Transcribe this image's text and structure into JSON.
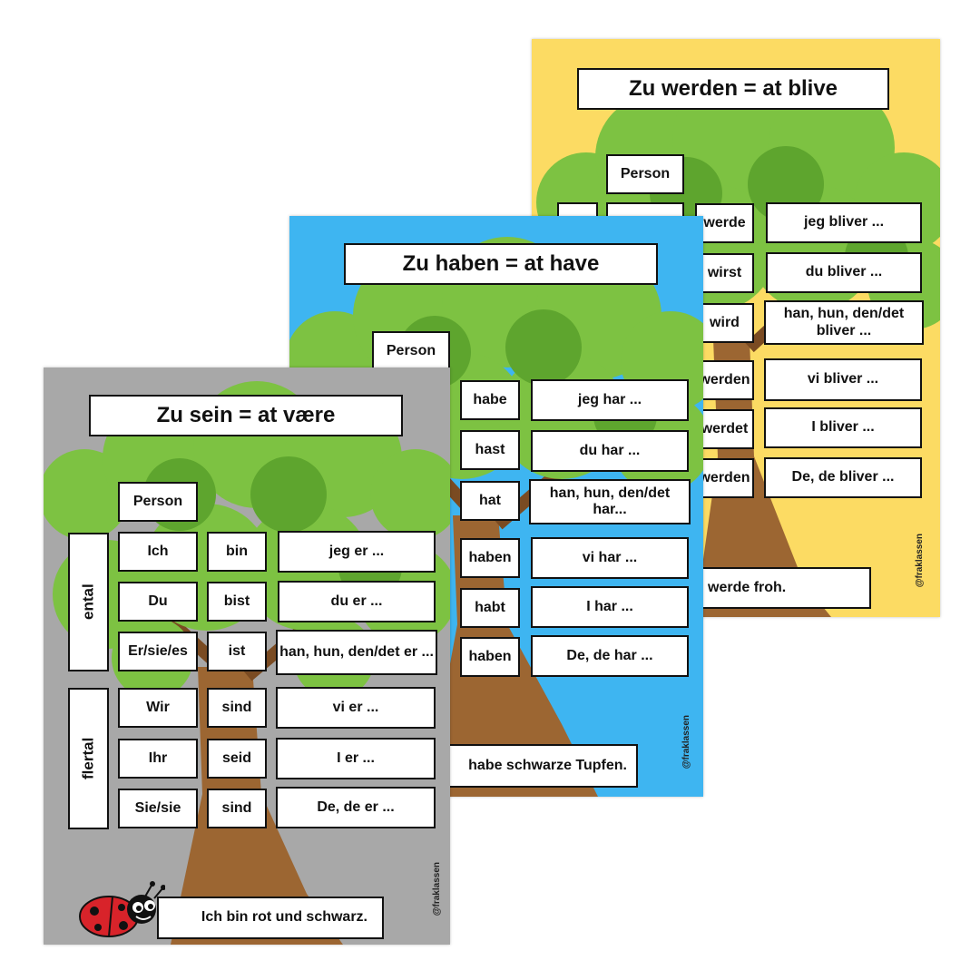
{
  "credit": "@fraklassen",
  "werden": {
    "title": "Zu werden = at blive",
    "person_label": "Person",
    "verbs": [
      "werde",
      "wirst",
      "wird",
      "werden",
      "werdet",
      "werden"
    ],
    "translations": [
      "jeg bliver ...",
      "du bliver ...",
      "han, hun, den/det bliver ...",
      "vi bliver ...",
      "I bliver ...",
      "De, de bliver ..."
    ],
    "sentence": "werde froh."
  },
  "haben": {
    "title": "Zu haben = at have",
    "person_label": "Person",
    "verbs": [
      "habe",
      "hast",
      "hat",
      "haben",
      "habt",
      "haben"
    ],
    "translations": [
      "jeg har ...",
      "du har ...",
      "han, hun, den/det har...",
      "vi har ...",
      "I har ...",
      "De, de har ..."
    ],
    "sentence": "habe schwarze Tupfen."
  },
  "sein": {
    "title": "Zu sein = at være",
    "person_label": "Person",
    "singular_label": "ental",
    "plural_label": "flertal",
    "persons": [
      "Ich",
      "Du",
      "Er/sie/es",
      "Wir",
      "Ihr",
      "Sie/sie"
    ],
    "verbs": [
      "bin",
      "bist",
      "ist",
      "sind",
      "seid",
      "sind"
    ],
    "translations": [
      "jeg er ...",
      "du er ...",
      "han, hun, den/det er ...",
      "vi er ...",
      "I er ...",
      "De, de er ..."
    ],
    "sentence": "Ich bin rot und schwarz."
  },
  "colors": {
    "werden_bg": "#FCDB63",
    "haben_bg": "#3EB5F1",
    "sein_bg": "#A8A8A8",
    "leaf": "#7DC242",
    "trunk": "#9C6632"
  }
}
